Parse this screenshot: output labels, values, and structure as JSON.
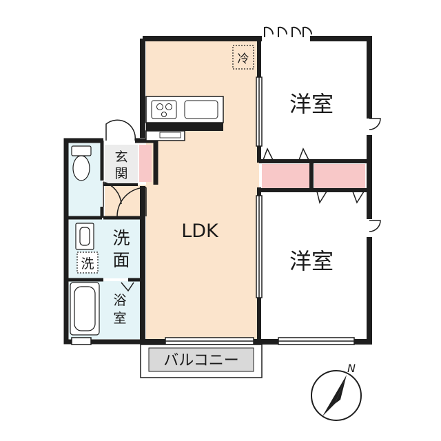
{
  "colors": {
    "floor_ldk": "#fbe4cc",
    "floor_wet": "#e4f4f7",
    "floor_room": "#ffffff",
    "closet": "#f8c8c8",
    "wall": "#1e1e1e",
    "balcony": "#d9d9d9",
    "entrance_floor": "#ececec"
  },
  "rooms": {
    "ldk": "LDK",
    "western_room_top": "洋室",
    "western_room_bottom": "洋室",
    "entrance": [
      "玄",
      "関"
    ],
    "washroom": [
      "洗",
      "面"
    ],
    "bathroom": [
      "浴",
      "室"
    ],
    "washer": "洗",
    "fridge": "冷",
    "balcony": "バルコニー"
  },
  "compass": {
    "north_label": "N"
  }
}
